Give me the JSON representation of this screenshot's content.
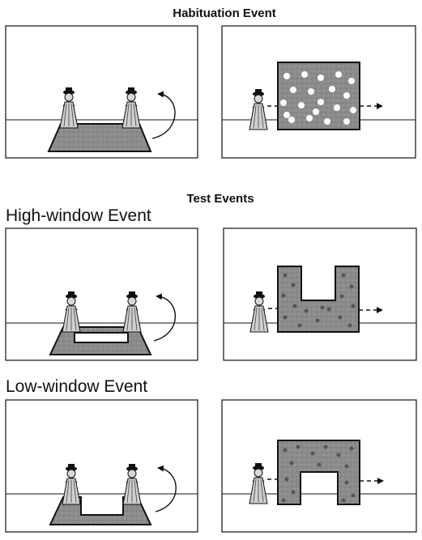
{
  "titles": {
    "habituation": "Habituation Event",
    "test": "Test Events",
    "high_window": "High-window Event",
    "low_window": "Low-window Event"
  },
  "colors": {
    "screen_fill": "#8c8c8c",
    "habituation_dot": "#ffffff",
    "test_dot": "#555555",
    "stroke": "#111111"
  },
  "icons": {
    "doll": "doll-icon",
    "rotation": "curved-arrow-icon"
  }
}
